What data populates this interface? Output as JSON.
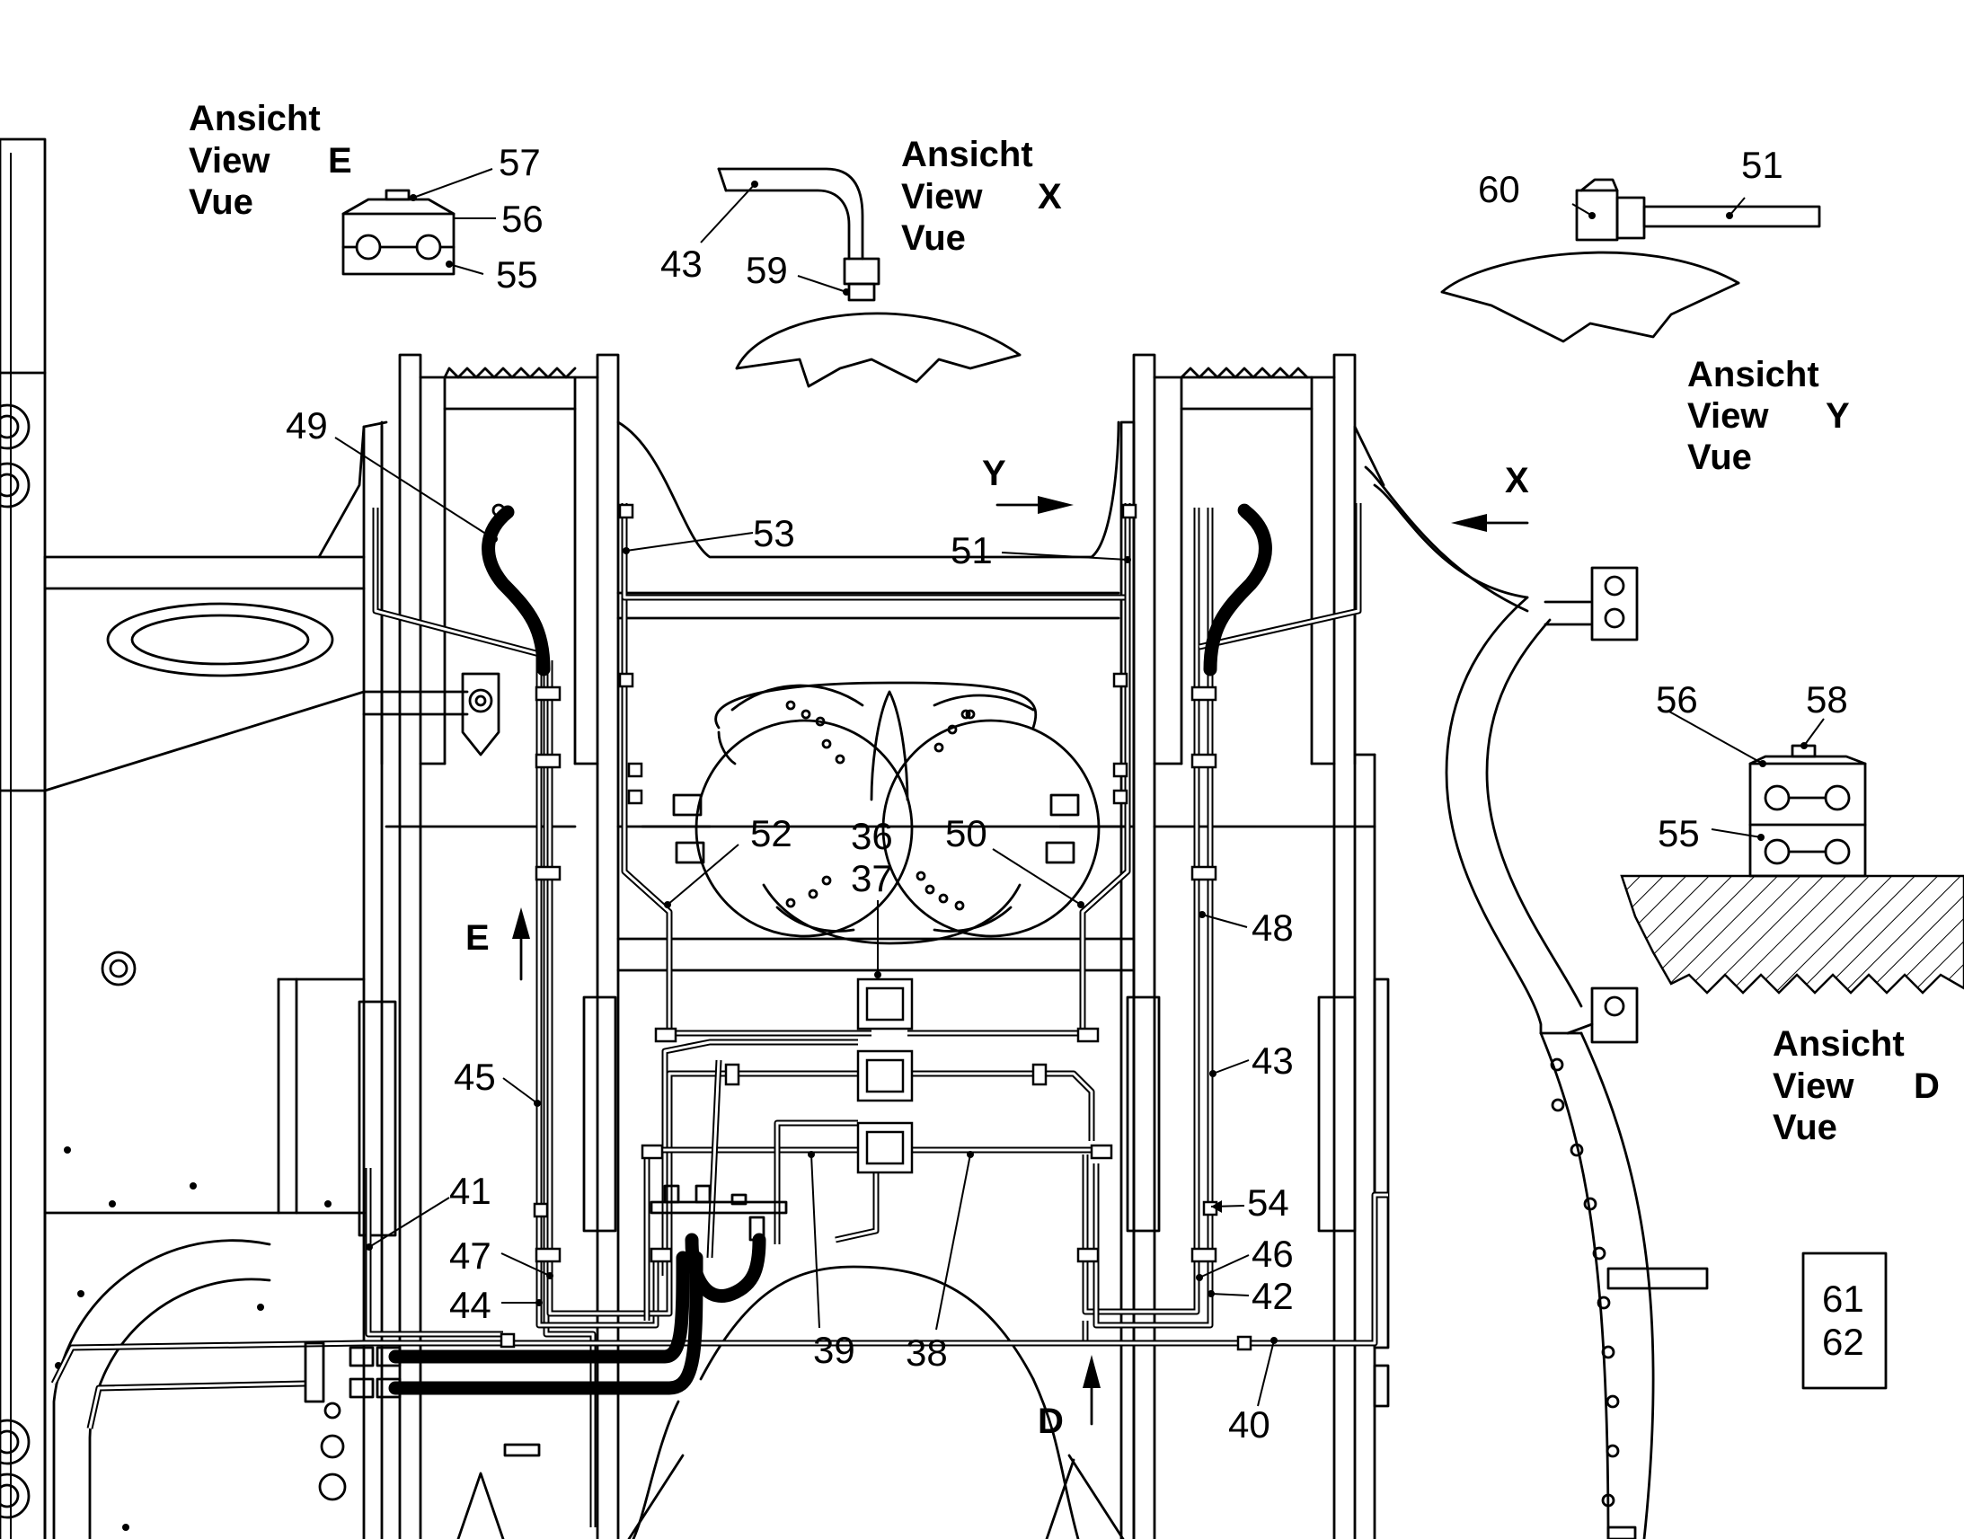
{
  "views": {
    "e": {
      "line1": "Ansicht",
      "line2": "View",
      "line3": "Vue",
      "letter": "E"
    },
    "x": {
      "line1": "Ansicht",
      "line2": "View",
      "line3": "Vue",
      "letter": "X"
    },
    "y": {
      "line1": "Ansicht",
      "line2": "View",
      "line3": "Vue",
      "letter": "Y"
    },
    "d": {
      "line1": "Ansicht",
      "line2": "View",
      "line3": "Vue",
      "letter": "D"
    }
  },
  "arrows": {
    "e": "E",
    "d": "D",
    "x": "X",
    "y": "Y"
  },
  "callouts": {
    "c36": "36",
    "c37": "37",
    "c38": "38",
    "c39": "39",
    "c40": "40",
    "c41": "41",
    "c42": "42",
    "c43a": "43",
    "c43b": "43",
    "c44": "44",
    "c45": "45",
    "c46": "46",
    "c47": "47",
    "c48": "48",
    "c49": "49",
    "c50": "50",
    "c51a": "51",
    "c51b": "51",
    "c52": "52",
    "c53": "53",
    "c54": "54",
    "c55a": "55",
    "c55b": "55",
    "c56a": "56",
    "c56b": "56",
    "c57": "57",
    "c58": "58",
    "c59": "59",
    "c60": "60"
  },
  "ref_box": {
    "line1": "61",
    "line2": "62"
  }
}
